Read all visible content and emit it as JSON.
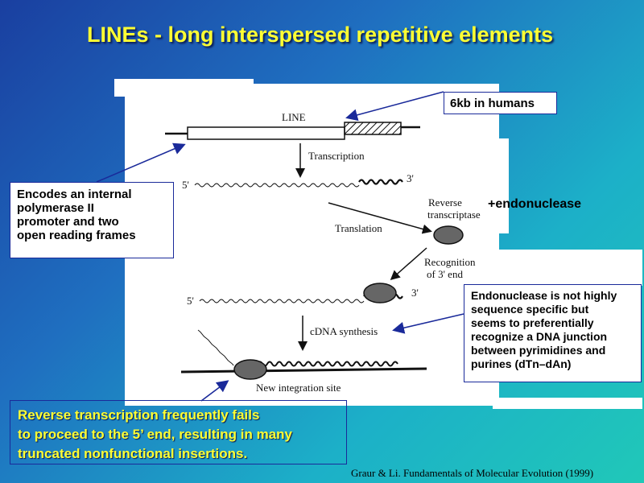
{
  "title": "LINEs - long interspersed repetitive elements",
  "diagram": {
    "line_label": "LINE",
    "transcription": "Transcription",
    "five_prime": "5'",
    "three_prime": "3'",
    "reverse_transcriptase_line1": "Reverse",
    "reverse_transcriptase_line2": "transcriptase",
    "translation": "Translation",
    "recognition_line1": "Recognition",
    "recognition_line2": "of 3' end",
    "cdna_synthesis": "cDNA synthesis",
    "new_integration_site": "New integration site"
  },
  "callouts": {
    "size": "6kb in humans",
    "encodes": [
      "Encodes an internal",
      "polymerase II",
      "promoter and two",
      "open reading frames"
    ],
    "endonuclease_extra": "+endonuclease",
    "endonuclease_note": [
      "Endonuclease is not highly",
      "sequence specific but",
      "seems to preferentially",
      "recognize a DNA junction",
      "between pyrimidines and",
      "purines (dTn–dAn)"
    ],
    "reverse_transcription_note": [
      "Reverse transcription frequently fails",
      "to proceed to the 5’ end, resulting in many",
      "truncated nonfunctional insertions."
    ]
  },
  "citation": "Graur & Li. Fundamentals of Molecular Evolution (1999)",
  "colors": {
    "title": "#ffff33",
    "callout_border": "#1a2a9a",
    "arrow": "#1a2a9a",
    "protein": "#666666"
  }
}
